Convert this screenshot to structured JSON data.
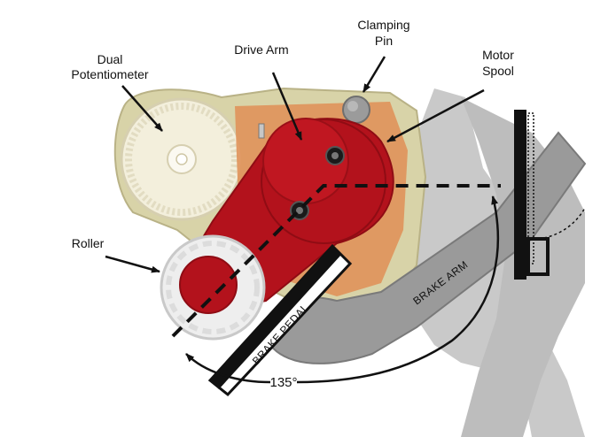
{
  "labels": {
    "dual_potentiometer": [
      "Dual",
      "Potentiometer"
    ],
    "drive_arm": "Drive Arm",
    "clamping_pin": [
      "Clamping",
      "Pin"
    ],
    "motor_spool": [
      "Motor",
      "Spool"
    ],
    "roller": "Roller",
    "brake_pedal": "BRAKE PEDAL",
    "brake_arm": "BRAKE ARM",
    "angle": "135°"
  },
  "colors": {
    "housing": "#d8d3a8",
    "gear": "#f3efdc",
    "pcb": "#e0925a",
    "red": "#b3121c",
    "red_dark": "#8f0c14",
    "brake_arm": "#9a9a9a",
    "background_gray": "#c9c9c9",
    "black": "#111111"
  }
}
